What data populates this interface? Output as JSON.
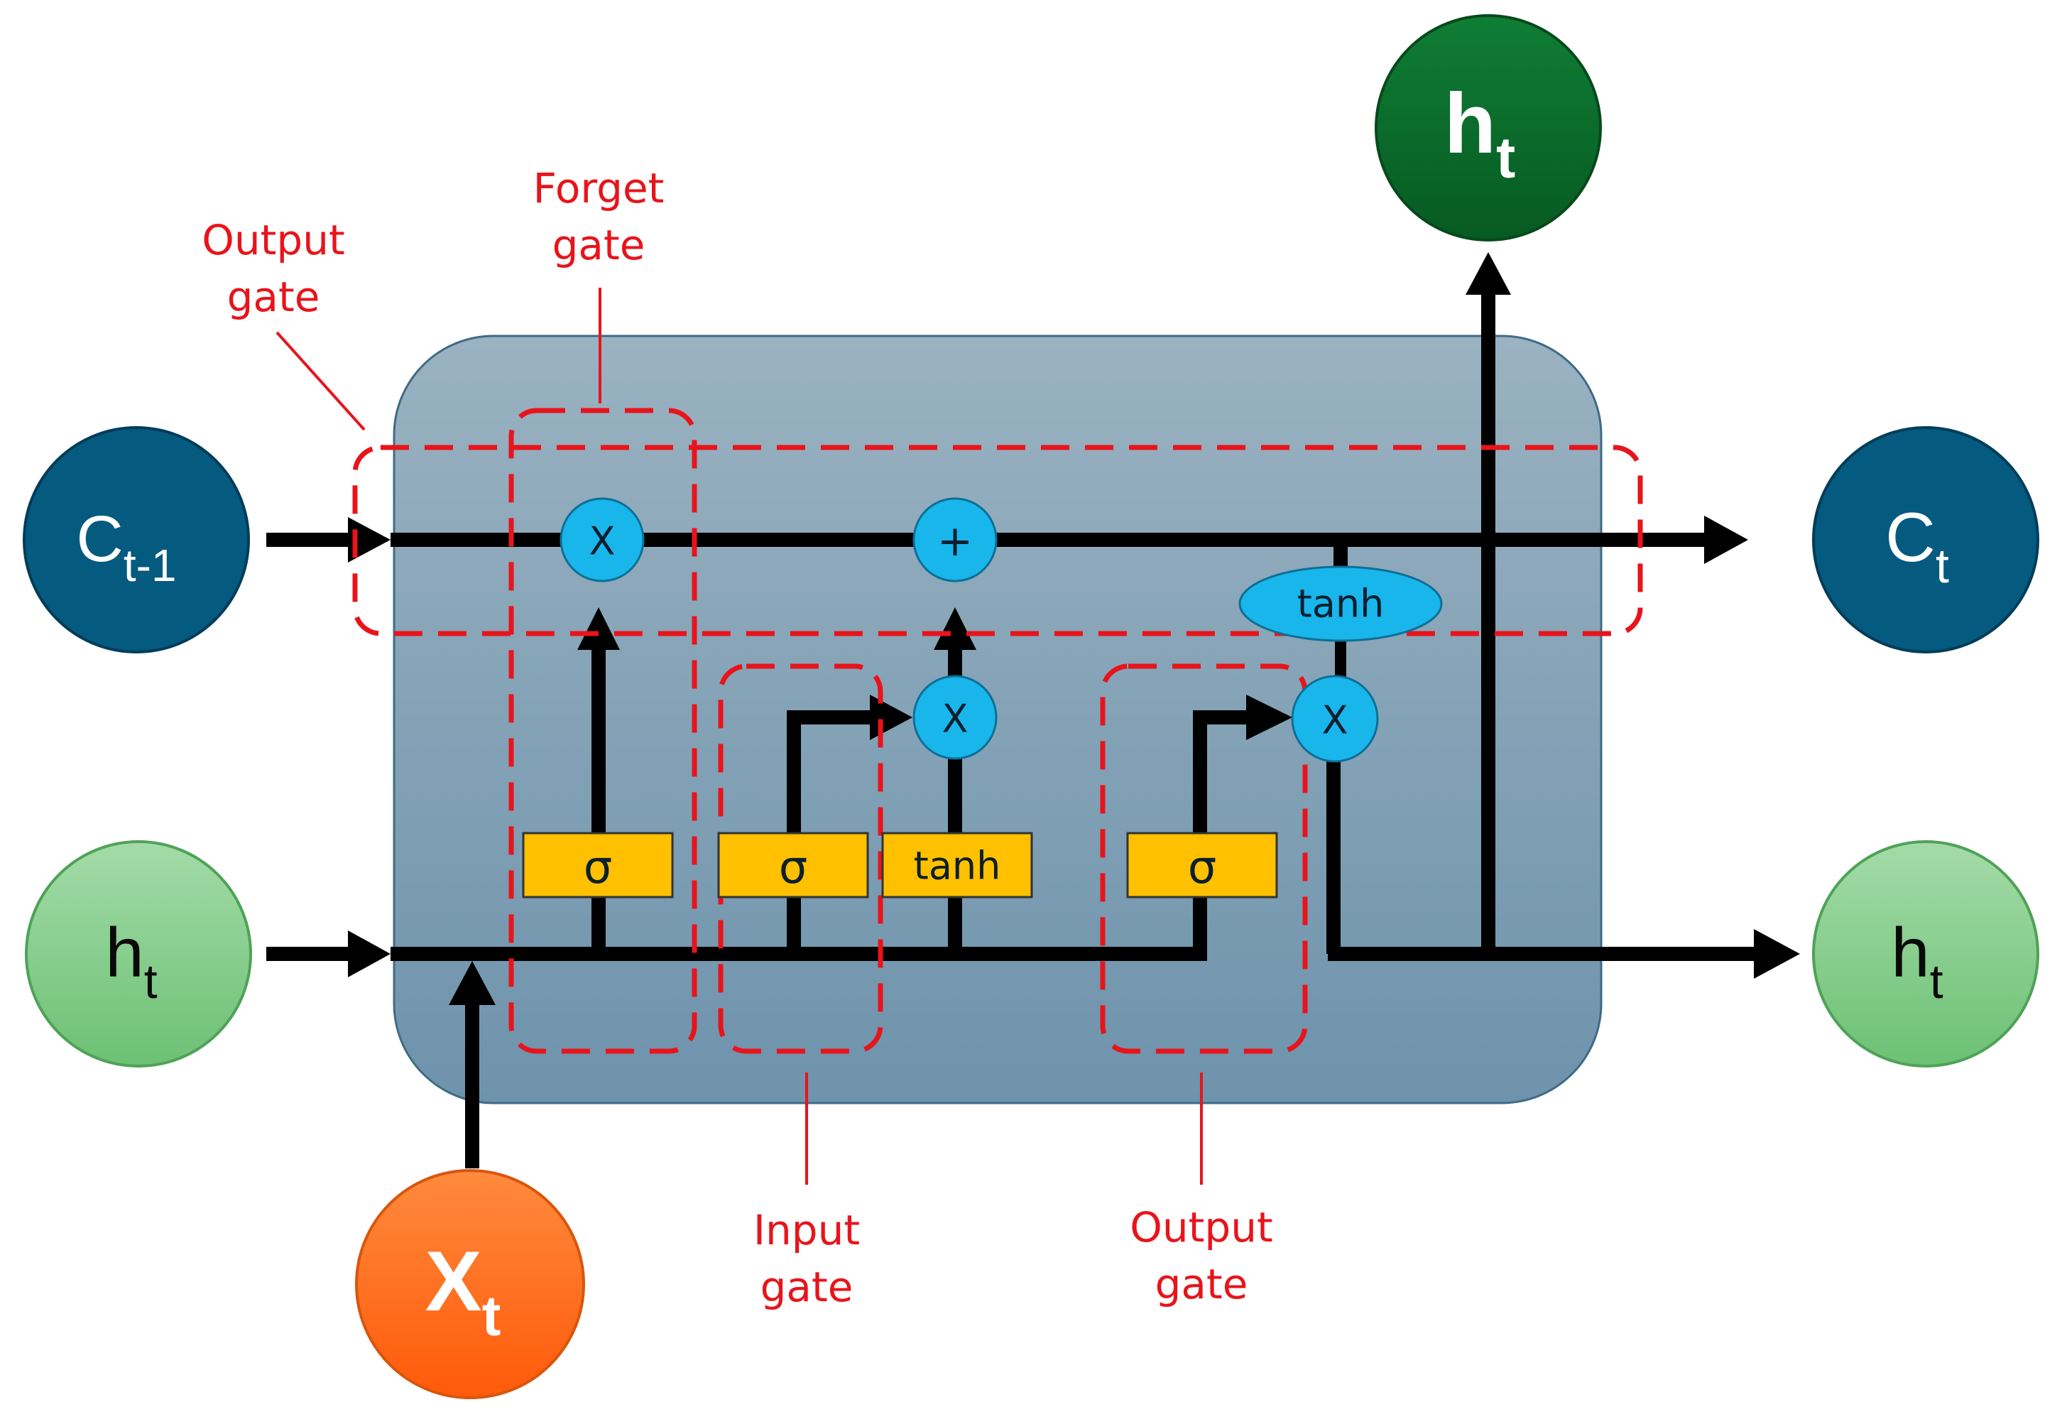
{
  "nodes": {
    "c_prev": {
      "main": "C",
      "sub": "t-1"
    },
    "h_prev": {
      "main": "h",
      "sub": "t"
    },
    "x_input": {
      "main": "X",
      "sub": "t"
    },
    "h_top": {
      "main": "h",
      "sub": "t"
    },
    "c_out": {
      "main": "C",
      "sub": "t"
    },
    "h_out": {
      "main": "h",
      "sub": "t"
    }
  },
  "ops": {
    "forget_multiply": "X",
    "cell_add": "+",
    "input_multiply": "X",
    "output_multiply": "X",
    "cell_tanh": "tanh"
  },
  "activations": {
    "forget_sigma": "σ",
    "input_sigma": "σ",
    "candidate_tanh": "tanh",
    "output_sigma": "σ"
  },
  "gate_labels": {
    "output_gate_top": [
      "Output",
      "gate"
    ],
    "forget_gate": [
      "Forget",
      "gate"
    ],
    "input_gate": [
      "Input",
      "gate"
    ],
    "output_gate_bottom": [
      "Output",
      "gate"
    ]
  },
  "colors": {
    "cell_bg_top": "#9ab2c1",
    "cell_bg_bottom": "#6e93ac",
    "cell_state_node": "#055a80",
    "hidden_node": "#7cc784",
    "hidden_top_node": "#0a6b2b",
    "input_node": "#ff6a1a",
    "op_circle": "#19b6ec",
    "activation_box": "#ffc000",
    "gate_outline": "#e8141b"
  }
}
